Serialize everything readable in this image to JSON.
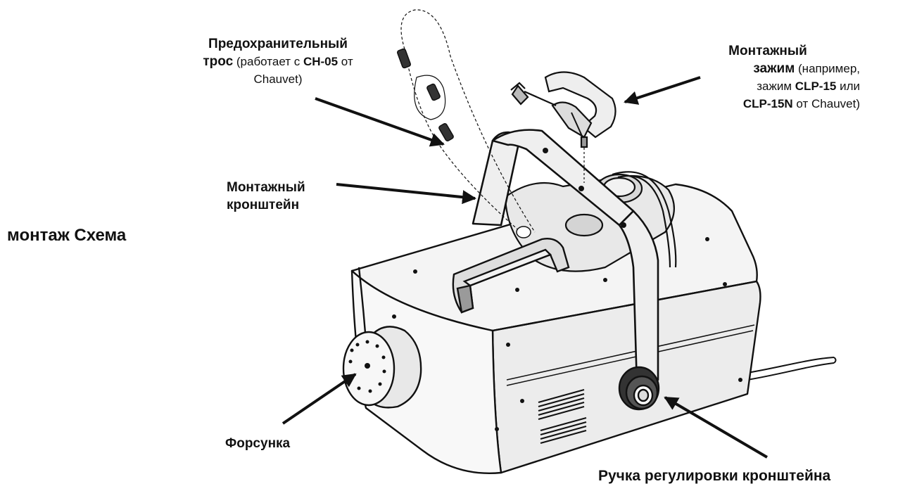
{
  "title": "монтаж Схема",
  "labels": {
    "safety_cable": {
      "line1_bold": "Предохранительный",
      "line2_bold": "трос",
      "line2_text": " (работает с ",
      "line2_model": "CH-05",
      "line2_text_end": " от",
      "line3": "Chauvet)"
    },
    "mounting_clamp": {
      "line1_bold": "Монтажный",
      "line2_bold": "зажим",
      "line2_text": "  (например,",
      "line3_text": "зажим ",
      "line3_model": "CLP-15",
      "line3_text_end": " или",
      "line4_model": "CLP-15N",
      "line4_text_end": " от Chauvet)"
    },
    "mounting_bracket": {
      "line1": "Монтажный",
      "line2": "кронштейн"
    },
    "nozzle": "Форсунка",
    "bracket_knob": "Ручка регулировки кронштейна"
  },
  "colors": {
    "ink": "#111111",
    "background": "#ffffff",
    "body_fill": "#f4f4f4",
    "shade_fill": "#e2e2e2"
  }
}
